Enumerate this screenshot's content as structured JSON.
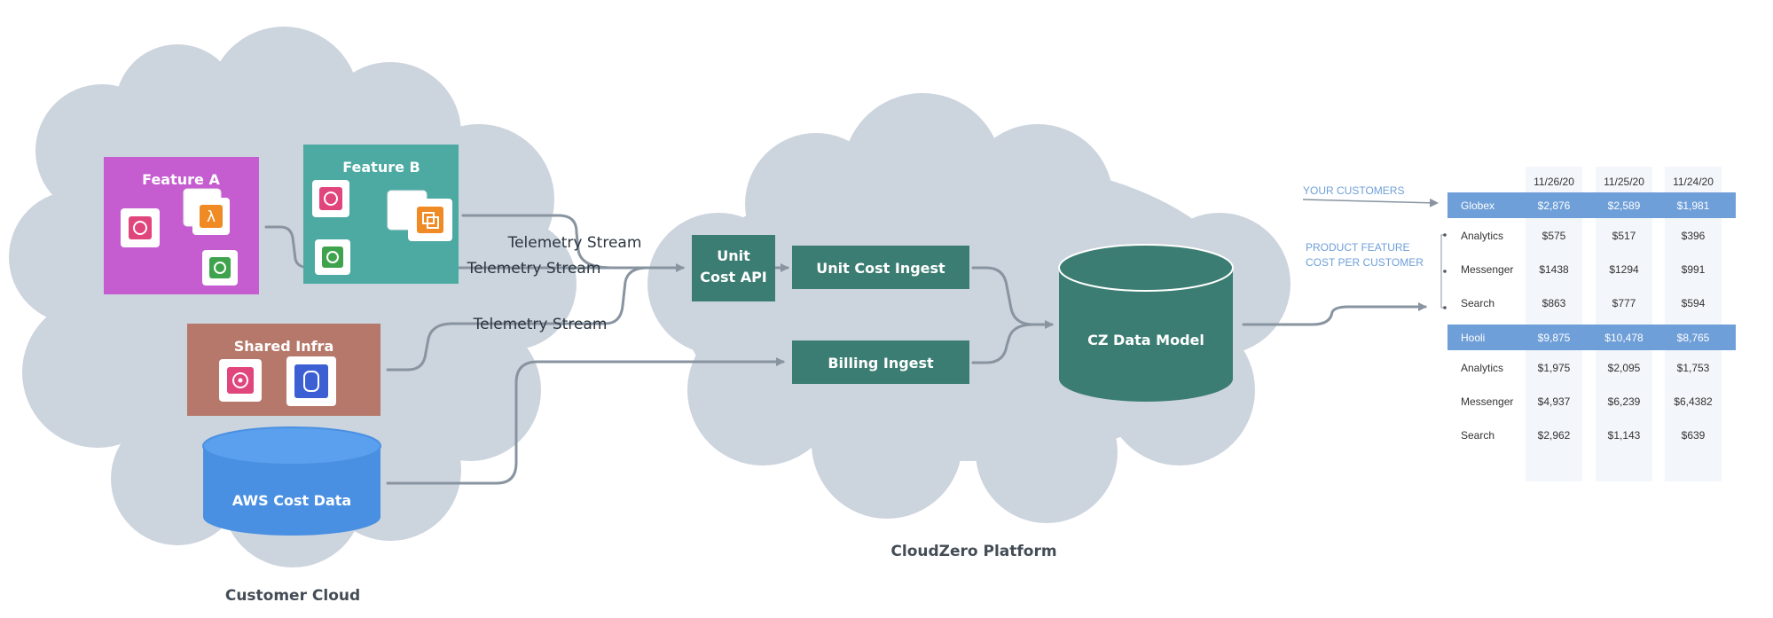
{
  "customer_cloud": {
    "label": "Customer Cloud",
    "feature_a": "Feature A",
    "feature_b": "Feature B",
    "shared_infra": "Shared Infra",
    "aws_cost_data": "AWS Cost Data"
  },
  "streams": {
    "stream_1": "Telemetry Stream",
    "stream_2": "Telemetry Stream",
    "stream_3": "Telemetry Stream"
  },
  "platform": {
    "label": "CloudZero Platform",
    "unit_cost_api_line1": "Unit",
    "unit_cost_api_line2": "Cost API",
    "unit_cost_ingest": "Unit Cost Ingest",
    "billing_ingest": "Billing Ingest",
    "data_model": "CZ Data Model"
  },
  "output": {
    "your_customers": "YOUR CUSTOMERS",
    "feature_cost_line1": "PRODUCT FEATURE",
    "feature_cost_line2": "COST PER CUSTOMER",
    "dates": [
      "11/26/20",
      "11/25/20",
      "11/24/20"
    ],
    "groups": [
      {
        "customer": "Globex",
        "values": [
          "$2,876",
          "$2,589",
          "$1,981"
        ],
        "rows": [
          {
            "label": "Analytics",
            "values": [
              "$575",
              "$517",
              "$396"
            ]
          },
          {
            "label": "Messenger",
            "values": [
              "$1438",
              "$1294",
              "$991"
            ]
          },
          {
            "label": "Search",
            "values": [
              "$863",
              "$777",
              "$594"
            ]
          }
        ]
      },
      {
        "customer": "Hooli",
        "values": [
          "$9,875",
          "$10,478",
          "$8,765"
        ],
        "rows": [
          {
            "label": "Analytics",
            "values": [
              "$1,975",
              "$2,095",
              "$1,753"
            ]
          },
          {
            "label": "Messenger",
            "values": [
              "$4,937",
              "$6,239",
              "$6,4382"
            ]
          },
          {
            "label": "Search",
            "values": [
              "$2,962",
              "$1,143",
              "$639"
            ]
          }
        ]
      }
    ]
  },
  "colors": {
    "cloud": "#ccd4de",
    "feature_a": "#c55dd1",
    "feature_b": "#4caaa2",
    "shared_infra": "#b5786a",
    "aws_cylinder": "#4a90e2",
    "teal_box": "#3b7d72",
    "connector": "#8894a0",
    "table_header": "#6f9fd8",
    "callout": "#6f9fd8"
  },
  "icons": [
    "rds-icon",
    "lambda-icon",
    "step-functions-icon",
    "ec2-icon",
    "appsync-icon",
    "dynamodb-icon"
  ]
}
